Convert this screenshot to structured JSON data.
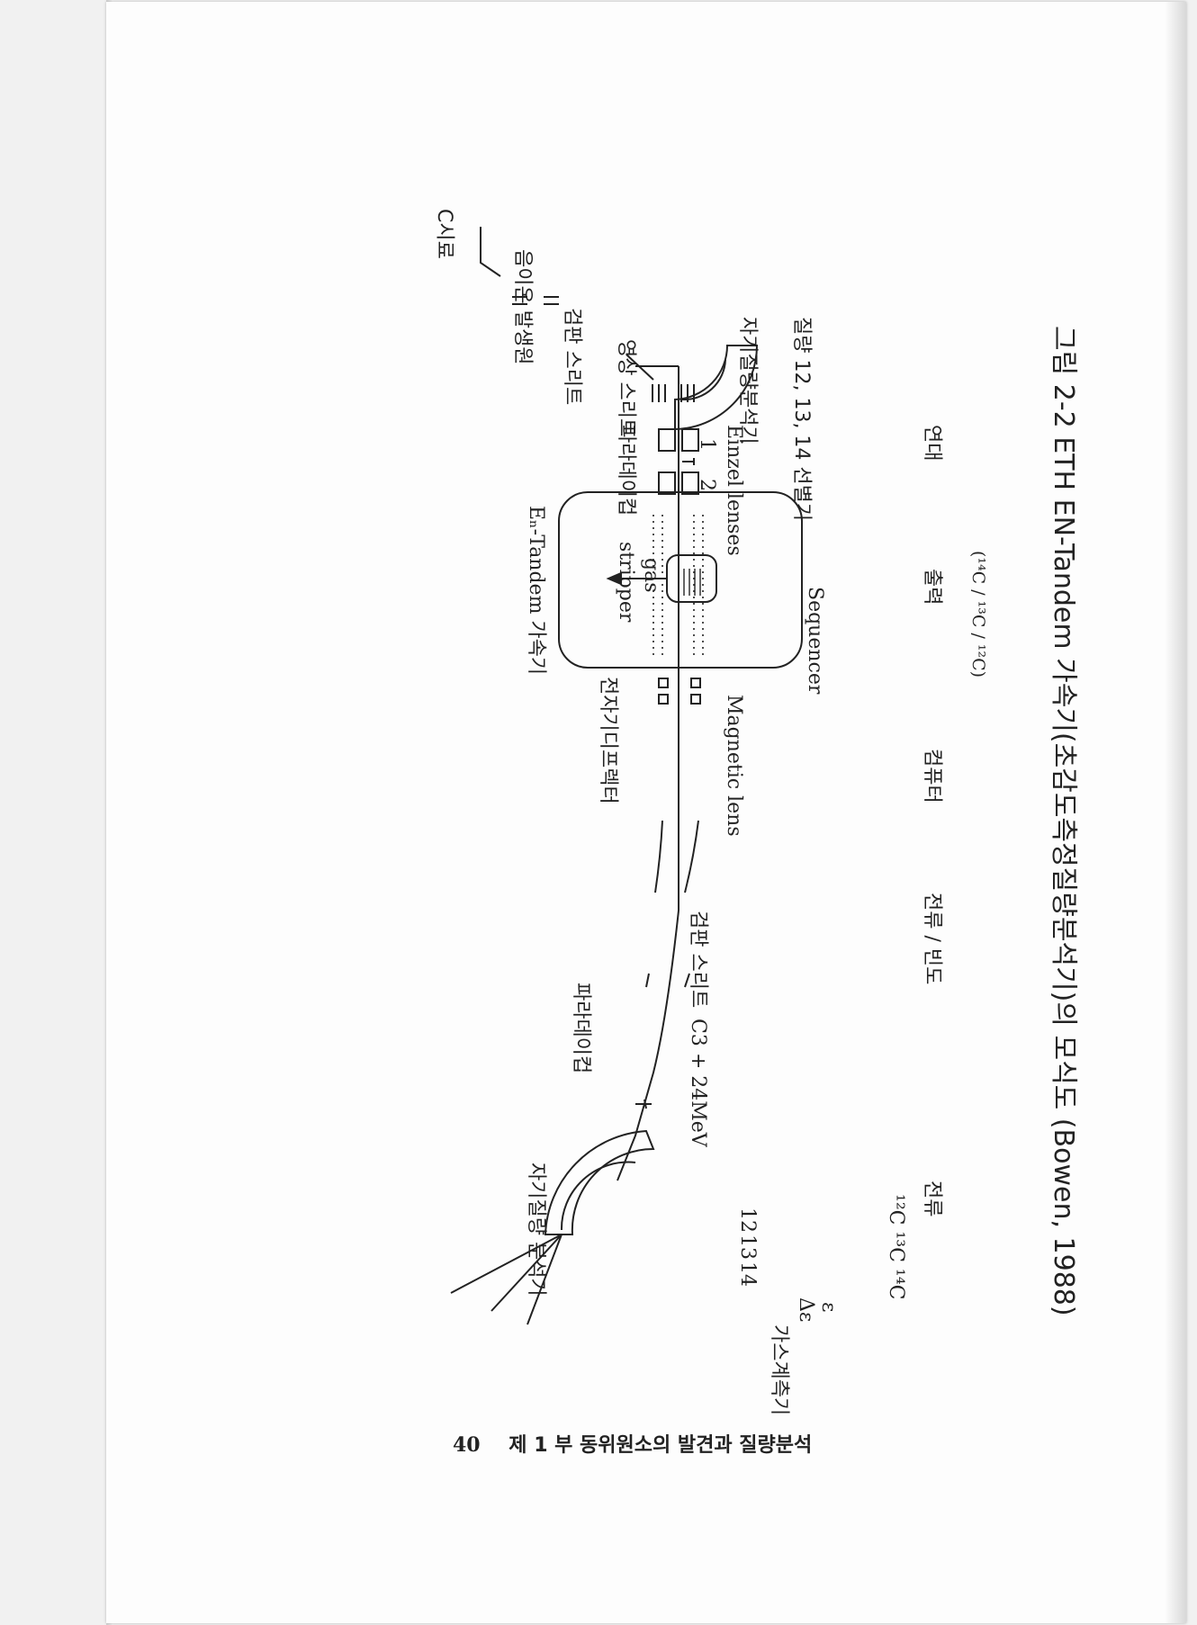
{
  "figure": {
    "labels": {
      "c_sample": "C시료",
      "ion_source": "음이온 발생원",
      "inspection_slit_left": "검판 스리트",
      "image_slit": "영상 스리트",
      "faraday_cup_left": "파라데이컵",
      "mass_selector": "질량 12, 13, 14 선별기",
      "magnetic_analyzer_left": "자기질량분석기",
      "einzel_lenses": "Einzel lenses",
      "lens_1": "1",
      "lens_2": "2",
      "tandem_accelerator": "Eₙ-Tandem 가속기",
      "stripper": "stripper",
      "gas": "gas",
      "magnetic_lens": "Magnetic lens",
      "electric_deflector": "전자기디프렉터",
      "inspection_slit_right": "검판 스리트",
      "beam_energy": "C3 + 24MeV",
      "faraday_cup_right": "파라데이컵",
      "magnetic_analyzer_right": "자기질량 분석기",
      "gas_counter": "가스계측기",
      "delta_e": "Δε",
      "epsilon": "ε",
      "mass_12": "12",
      "mass_13": "13",
      "mass_14": "14",
      "isotopes": "¹²C ¹³C ¹⁴C",
      "current": "전류",
      "current_frequency": "전류 / 빈도",
      "computer": "컴퓨터",
      "sequencer": "Sequencer",
      "output": "출력",
      "ratio": "(¹⁴C / ¹³C / ¹²C)",
      "age": "연대"
    },
    "caption": "그림 2-2  ETH  EN-Tandem 가속기(초감도측정질량분석기)의  모식도 (Bowen, 1988)"
  },
  "footer": {
    "page_number": "40",
    "running_title": "제 1 부  동위원소의 발견과 질량분석"
  }
}
